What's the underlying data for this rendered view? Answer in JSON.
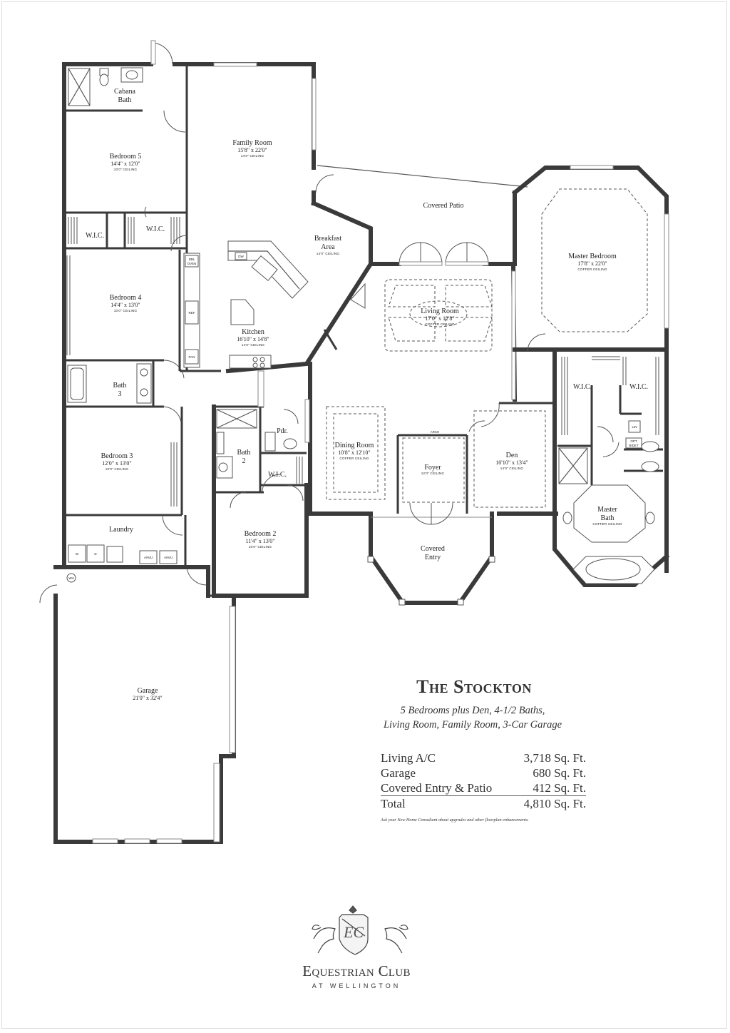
{
  "rooms": {
    "cabana_bath": {
      "name": "Cabana",
      "name2": "Bath"
    },
    "bedroom5": {
      "name": "Bedroom 5",
      "dims": "14'4\" x 12'0\"",
      "ceiling": "10'0\" CEILING"
    },
    "family_room": {
      "name": "Family Room",
      "dims": "15'8\" x 22'0\"",
      "ceiling": "14'0\" CEILING"
    },
    "wic_left": {
      "name": "W.I.C."
    },
    "wic_mid": {
      "name": "W.I.C."
    },
    "breakfast": {
      "name": "Breakfast",
      "name2": "Area",
      "ceiling": "14'0\" CEILING"
    },
    "covered_patio": {
      "name": "Covered Patio"
    },
    "master_bedroom": {
      "name": "Master Bedroom",
      "dims": "17'8\" x 22'0\"",
      "ceiling": "COFFER CEILING"
    },
    "bedroom4": {
      "name": "Bedroom 4",
      "dims": "14'4\" x 13'0\"",
      "ceiling": "10'0\" CEILING"
    },
    "kitchen": {
      "name": "Kitchen",
      "dims": "16'10\" x 14'8\"",
      "ceiling": "14'0\" CEILING"
    },
    "living_room": {
      "name": "Living Room",
      "dims": "17'0\" x 12'8\"",
      "ceiling": "COFFER CEILING"
    },
    "bath3": {
      "name": "Bath",
      "name2": "3"
    },
    "wic_master_left": {
      "name": "W.I.C."
    },
    "wic_master_right": {
      "name": "W.I.C."
    },
    "bedroom3": {
      "name": "Bedroom 3",
      "dims": "12'0\" x 13'0\"",
      "ceiling": "10'0\" CEILING"
    },
    "pdr": {
      "name": "Pdr."
    },
    "bath2": {
      "name": "Bath",
      "name2": "2"
    },
    "wic_bed2": {
      "name": "W.I.C."
    },
    "dining_room": {
      "name": "Dining Room",
      "dims": "10'8\" x 12'10\"",
      "ceiling": "COFFER CEILING"
    },
    "foyer": {
      "name": "Foyer",
      "ceiling": "12'0\" CEILING"
    },
    "den": {
      "name": "Den",
      "dims": "10'10\" x 13'4\"",
      "ceiling": "14'0\" CEILING"
    },
    "master_bath": {
      "name": "Master",
      "name2": "Bath",
      "ceiling": "COFFER CEILING"
    },
    "laundry": {
      "name": "Laundry"
    },
    "bedroom2": {
      "name": "Bedroom 2",
      "dims": "11'4\" x 13'0\"",
      "ceiling": "10'0\" CEILING"
    },
    "covered_entry": {
      "name": "Covered",
      "name2": "Entry"
    },
    "garage": {
      "name": "Garage",
      "dims": "21'0\" x 32'4\""
    }
  },
  "fixtures": {
    "dw": "DW",
    "dbl_oven": "DBL",
    "oven": "OVEN",
    "ref": "REF",
    "pan": "PAN",
    "arch": "ARCH",
    "lin": "LIN",
    "opt_bidet": "OPT",
    "bidet": "BIDET",
    "wh": "WH",
    "washer": "W",
    "dryer": "D",
    "ahu1": "A/H/U",
    "ahu2": "A/H/U"
  },
  "info": {
    "title": "The Stockton",
    "subtitle_line1": "5 Bedrooms plus Den, 4-1/2 Baths,",
    "subtitle_line2": "Living Room, Family Room, 3-Car Garage",
    "sqft": [
      {
        "label": "Living A/C",
        "value": "3,718 Sq. Ft."
      },
      {
        "label": "Garage",
        "value": "680 Sq. Ft."
      },
      {
        "label": "Covered Entry & Patio",
        "value": "412 Sq. Ft."
      },
      {
        "label": "Total",
        "value": "4,810 Sq. Ft."
      }
    ],
    "note": "Ask your New Home Consultant about upgrades and other floorplan enhancements."
  },
  "logo": {
    "monogram": "EC",
    "brand": "Equestrian Club",
    "brand_sub": "AT WELLINGTON"
  },
  "colors": {
    "wall": "#3a3a3a",
    "ink": "#222222",
    "paper": "#ffffff"
  }
}
